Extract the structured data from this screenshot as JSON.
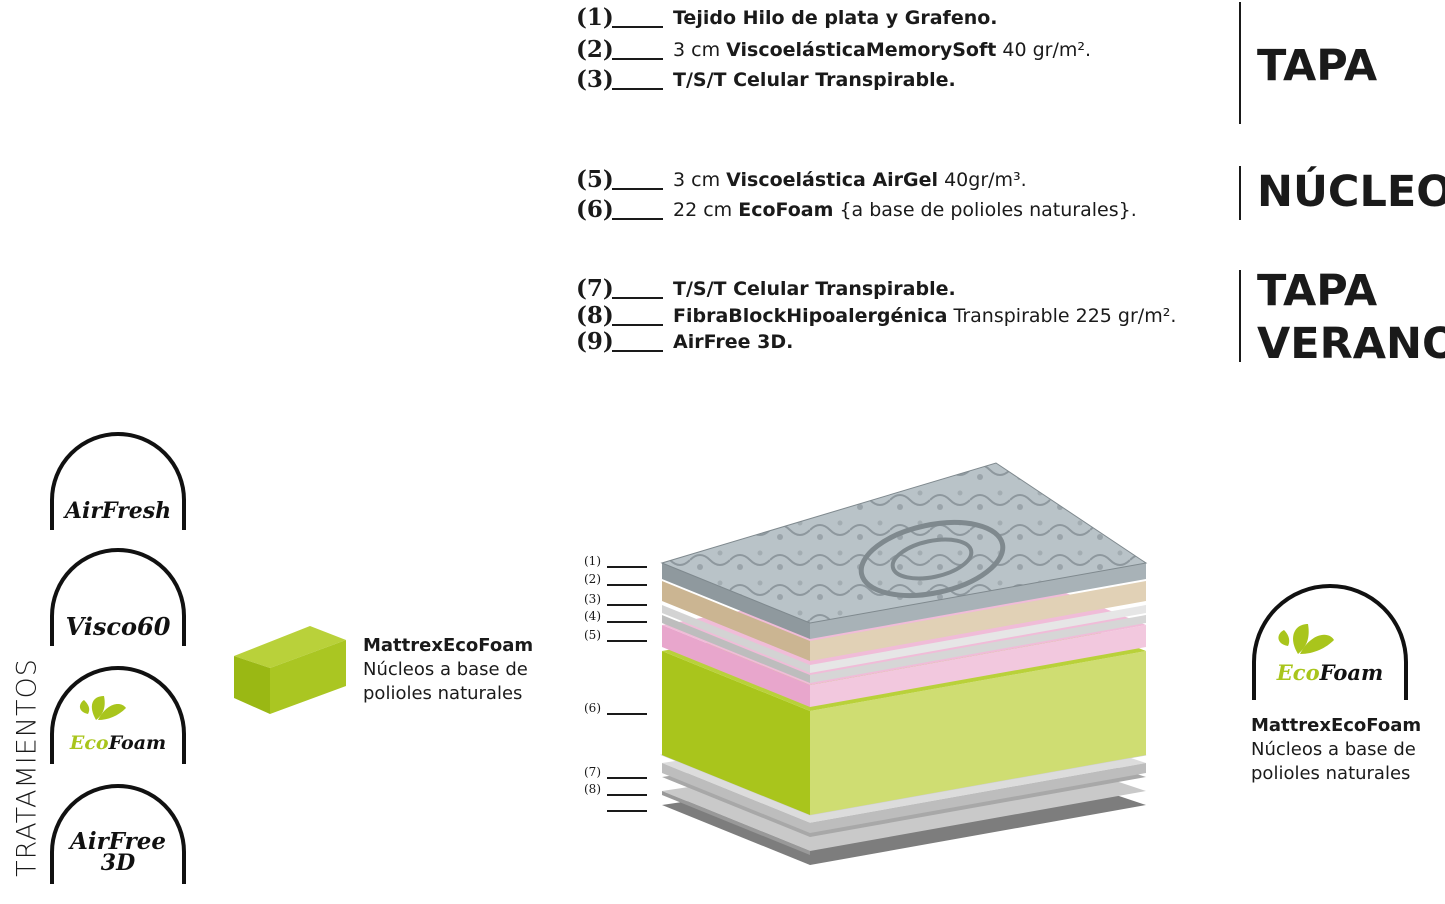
{
  "layers": [
    {
      "num": "(1)",
      "parts": [
        {
          "t": "Tejido Hilo de plata y Grafeno.",
          "b": true
        }
      ]
    },
    {
      "num": "(2)",
      "parts": [
        {
          "t": "3 cm ",
          "b": false
        },
        {
          "t": "ViscoelásticaMemorySoft",
          "b": true
        },
        {
          "t": " 40 gr/m².",
          "b": false
        }
      ]
    },
    {
      "num": "(3)",
      "parts": [
        {
          "t": "T/S/T Celular Transpirable.",
          "b": true
        }
      ]
    },
    {
      "num": "(5)",
      "parts": [
        {
          "t": "3 cm ",
          "b": false
        },
        {
          "t": "Viscoelástica AirGel",
          "b": true
        },
        {
          "t": " 40gr/m³.",
          "b": false
        }
      ]
    },
    {
      "num": "(6)",
      "parts": [
        {
          "t": "22 cm ",
          "b": false
        },
        {
          "t": "EcoFoam",
          "b": true
        },
        {
          "t": " {a base de polioles naturales}.",
          "b": false
        }
      ]
    },
    {
      "num": "(7)",
      "parts": [
        {
          "t": "T/S/T Celular Transpirable.",
          "b": true
        }
      ]
    },
    {
      "num": "(8)",
      "parts": [
        {
          "t": "FibraBlockHipoalergénica",
          "b": true
        },
        {
          "t": " Transpirable 225 gr/m².",
          "b": false
        }
      ]
    },
    {
      "num": "(9)",
      "parts": [
        {
          "t": "AirFree 3D.",
          "b": true
        }
      ]
    }
  ],
  "groups": {
    "tapa": "TAPA",
    "nucleo": "NÚCLEO",
    "tapa_verano_1": "TAPA",
    "tapa_verano_2": "VERANO"
  },
  "treatments_label": "TRATAMIENTOS",
  "badges": {
    "airfresh": "AirFresh",
    "visco60": "Visco60",
    "ecofoam_1": "Eco",
    "ecofoam_2": "Foam",
    "airfree_1": "AirFree",
    "airfree_2": "3D"
  },
  "caption_left": {
    "title": "MattrexEcoFoam",
    "line1": "Núcleos a base de",
    "line2": "polioles naturales"
  },
  "caption_right": {
    "title": "MattrexEcoFoam",
    "line1": "Núcleos a base de",
    "line2": "polioles naturales"
  },
  "mattress_labels": [
    "(1)",
    "(2)",
    "(3)",
    "(4)",
    "(5)",
    "(6)",
    "(7)",
    "(8)"
  ],
  "colors": {
    "green": "#a9c51c",
    "green_dark": "#8aa515",
    "pink": "#eeb8d8",
    "beige": "#d8c6a8",
    "top_fabric": "#b9c3c8",
    "grey_layer": "#cfcfcf"
  }
}
